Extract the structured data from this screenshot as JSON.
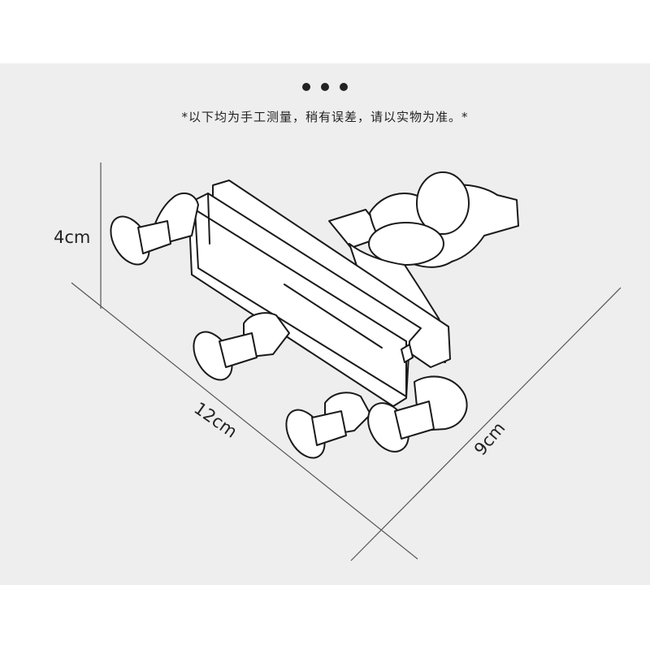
{
  "note": "*以下均为手工测量，稍有误差，请以实物为准。*",
  "dimensions": {
    "height": "4cm",
    "width": "12cm",
    "depth": "9cm"
  },
  "colors": {
    "panel_background": "#eeeeee",
    "ink": "#222222",
    "background": "#ffffff"
  },
  "icons": {
    "separator": "three-dots",
    "product": "phone-holder-line-drawing"
  }
}
